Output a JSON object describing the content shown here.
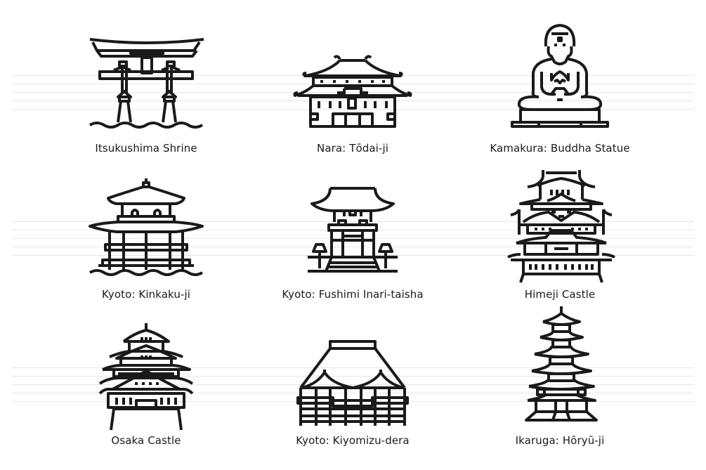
{
  "page": {
    "background": "#ffffff",
    "stroke_color": "#1a1a1a",
    "guide_color": "#e6e6e6"
  },
  "icons": [
    {
      "id": "itsukushima-shrine",
      "label": "Itsukushima Shrine",
      "icon": "torii-gate-icon"
    },
    {
      "id": "nara-todai-ji",
      "label": "Nara: Tōdai-ji",
      "icon": "temple-hall-icon"
    },
    {
      "id": "kamakura-buddha",
      "label": "Kamakura: Buddha Statue",
      "icon": "buddha-statue-icon"
    },
    {
      "id": "kyoto-kinkaku-ji",
      "label": "Kyoto: Kinkaku-ji",
      "icon": "golden-pavilion-icon"
    },
    {
      "id": "kyoto-fushimi-inari",
      "label": "Kyoto: Fushimi Inari-taisha",
      "icon": "shrine-gate-icon"
    },
    {
      "id": "himeji-castle",
      "label": "Himeji Castle",
      "icon": "castle-icon"
    },
    {
      "id": "osaka-castle",
      "label": "Osaka Castle",
      "icon": "castle-icon"
    },
    {
      "id": "kyoto-kiyomizu-dera",
      "label": "Kyoto: Kiyomizu-dera",
      "icon": "stage-temple-icon"
    },
    {
      "id": "ikaruga-horyu-ji",
      "label": "Ikaruga: Hōryū-ji",
      "icon": "pagoda-icon"
    }
  ]
}
